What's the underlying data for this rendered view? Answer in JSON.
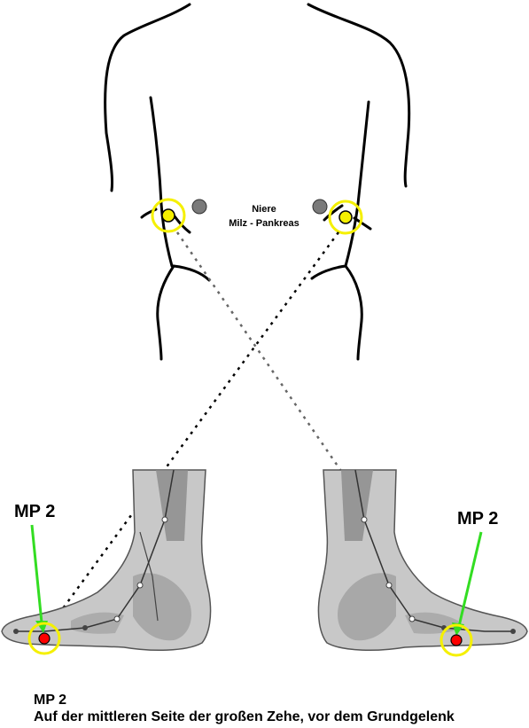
{
  "legend": {
    "niere": "Niere",
    "milz_pankreas": "Milz - Pankreas",
    "niere_color": "#7a7a7a",
    "milz_pankreas_color": "#f5f000"
  },
  "points": {
    "left_label": "MP 2",
    "right_label": "MP 2",
    "point_color": "#ff0000",
    "ring_color": "#f5f000",
    "arrow_color": "#33dd22"
  },
  "caption": {
    "title": "MP 2",
    "description": "Auf der mittleren Seite der großen Zehe, vor dem Grundgelenk"
  }
}
